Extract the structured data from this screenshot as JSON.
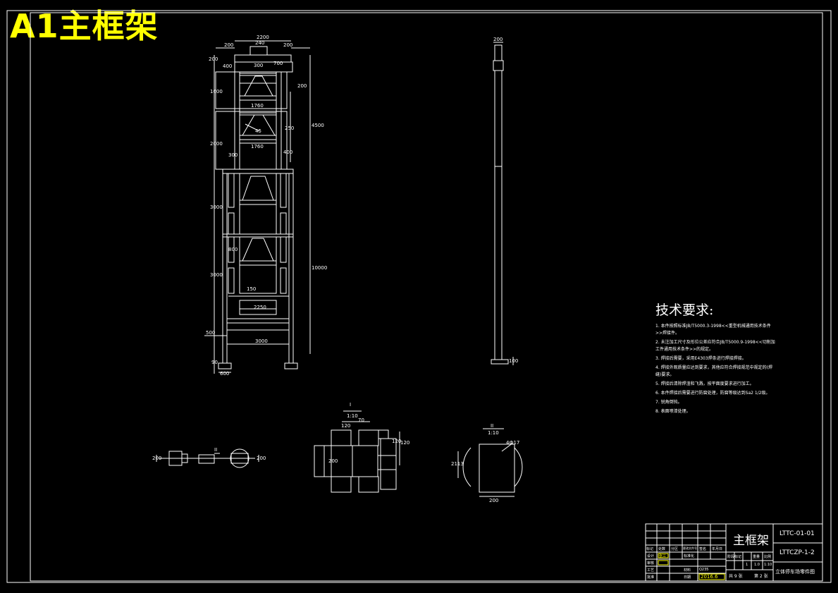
{
  "sheet_label": "A1主框架",
  "dims": {
    "top_total": "2200",
    "top_w1": "200",
    "top_w2": "240",
    "top_w3": "200",
    "top_h1": "200",
    "top_inner": "400",
    "top_gap": "300",
    "top_gap2": "700",
    "s1_height": "1600",
    "s1_right": "200",
    "s1_inner": "1760",
    "s2_height": "2000",
    "s2_inner": "1760",
    "s2_side": "250",
    "gusset": "45",
    "right_total": "4500",
    "s3_height": "3000",
    "s3_top": "300",
    "s3_right": "400",
    "s4_height": "3000",
    "s4_mid": "800",
    "s4_inner": "150",
    "overall_h": "10000",
    "bottom_inner": "2250",
    "leg_w": "500",
    "base_w": "3000",
    "foot_h": "90",
    "foot_w": "600",
    "side_top": "200",
    "side_foot": "100",
    "detA_w1": "120",
    "detA_w2": "70",
    "detA_h1": "120",
    "detA_h2": "120",
    "detA_h3": "200",
    "detB_h": "2113",
    "detB_w": "200",
    "detB_dia": "4Ф17",
    "plan_left": "200",
    "plan_right": "200"
  },
  "views": {
    "detail_A_label": "I",
    "detail_A_scale": "1:10",
    "detail_B_label": "II",
    "detail_B_scale": "1:10",
    "plan_marker": "II"
  },
  "tech": {
    "title": "技术要求:",
    "items": [
      "1. 本件按照标准JB/T5000.3-1998<<重型机械通用技术条件>>焊接件。",
      "2. 未注加工尺寸及形位公差应符合JB/T5000.9-1998<<切削加工件通用技术条件>>的规定。",
      "3. 焊接后需要，采用E4303焊条进行焊接焊接。",
      "4. 焊接外观质量应达到要求，其他应符合焊接规范中规定的(焊缝)要求。",
      "5. 焊接后清除焊渣和飞溅，按平面度要求进行加工。",
      "6. 本件焊接后需要进行防腐处理，防腐等级达到Sa2 1/2级。",
      "7. 锐角倒钝。",
      "8. 表面喷漆处理。"
    ]
  },
  "title_block": {
    "part_name": "主框架",
    "drawing_no": "LTTC-01-01",
    "project_no": "LTTCZP-1-2",
    "company": "立体停车场零件图",
    "mark_headers": [
      "标记",
      "处数",
      "分区",
      "更改文件号",
      "签名",
      "年月日"
    ],
    "design_label": "设计",
    "design_name": "张三",
    "check_label": "审核",
    "craft_label": "工艺",
    "std_label": "标准化",
    "approve_label": "批准",
    "date_label": "日期",
    "date_value": "2016.6",
    "stage_label": "阶段标记",
    "weight_label": "重量",
    "scale_label": "比例",
    "scale_value": "1:10",
    "weight_value": "1.0",
    "qty_value": "1",
    "sheets_total": "共 9 张",
    "sheet_no": "第 2 张",
    "material_label": "材料",
    "material_value": "Q235"
  }
}
